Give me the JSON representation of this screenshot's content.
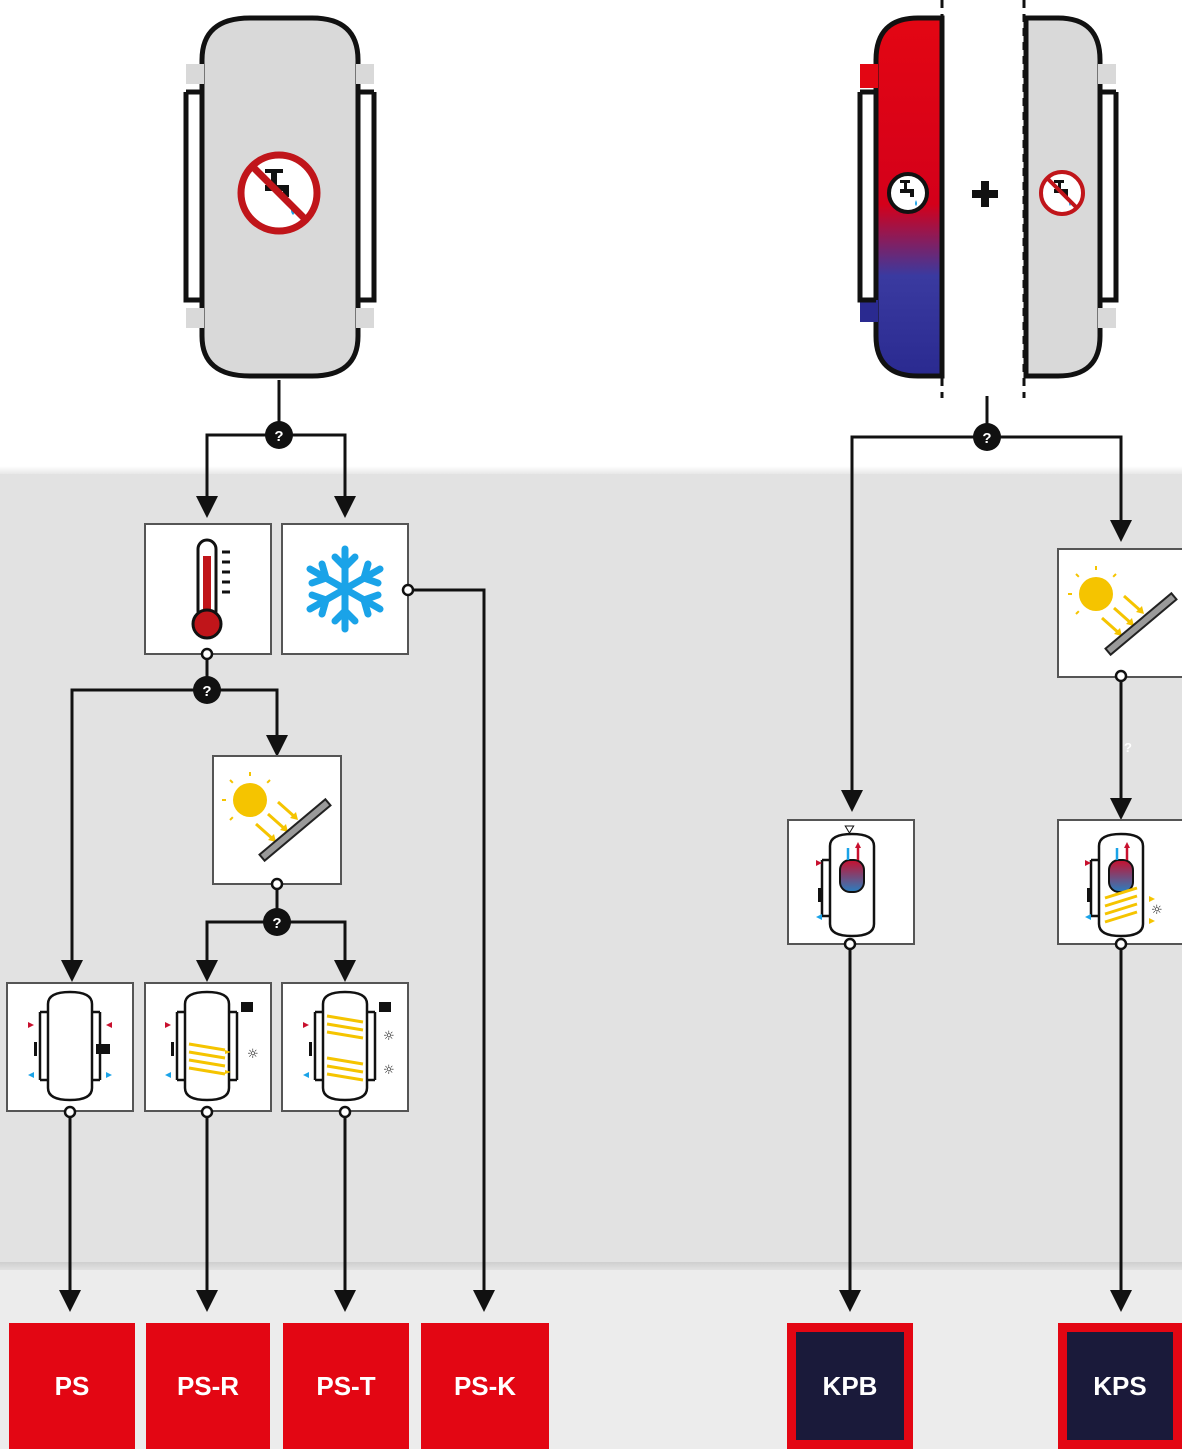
{
  "decision_marker": "?",
  "plus_symbol": "+",
  "colors": {
    "brand_red": "#e30613",
    "navy": "#1a1a3a",
    "tank_grey": "#d9d9d9",
    "panel_grey": "#e2e2e2",
    "solar_yellow": "#f5c400",
    "frost_blue": "#1aa3e8",
    "hot_red": "#d4001a",
    "cold_blue": "#2a3a9a"
  },
  "icons": {
    "storage_tank": "no-drinking-water-tank-icon",
    "combi_tank": "hot-water-plus-buffer-tank-icon",
    "heating": "thermometer-icon",
    "cooling": "snowflake-icon",
    "solar": "solar-collector-icon"
  },
  "results": {
    "ps": "PS",
    "ps_r": "PS-R",
    "ps_t": "PS-T",
    "ps_k": "PS-K",
    "kpb": "KPB",
    "kps": "KPS"
  }
}
